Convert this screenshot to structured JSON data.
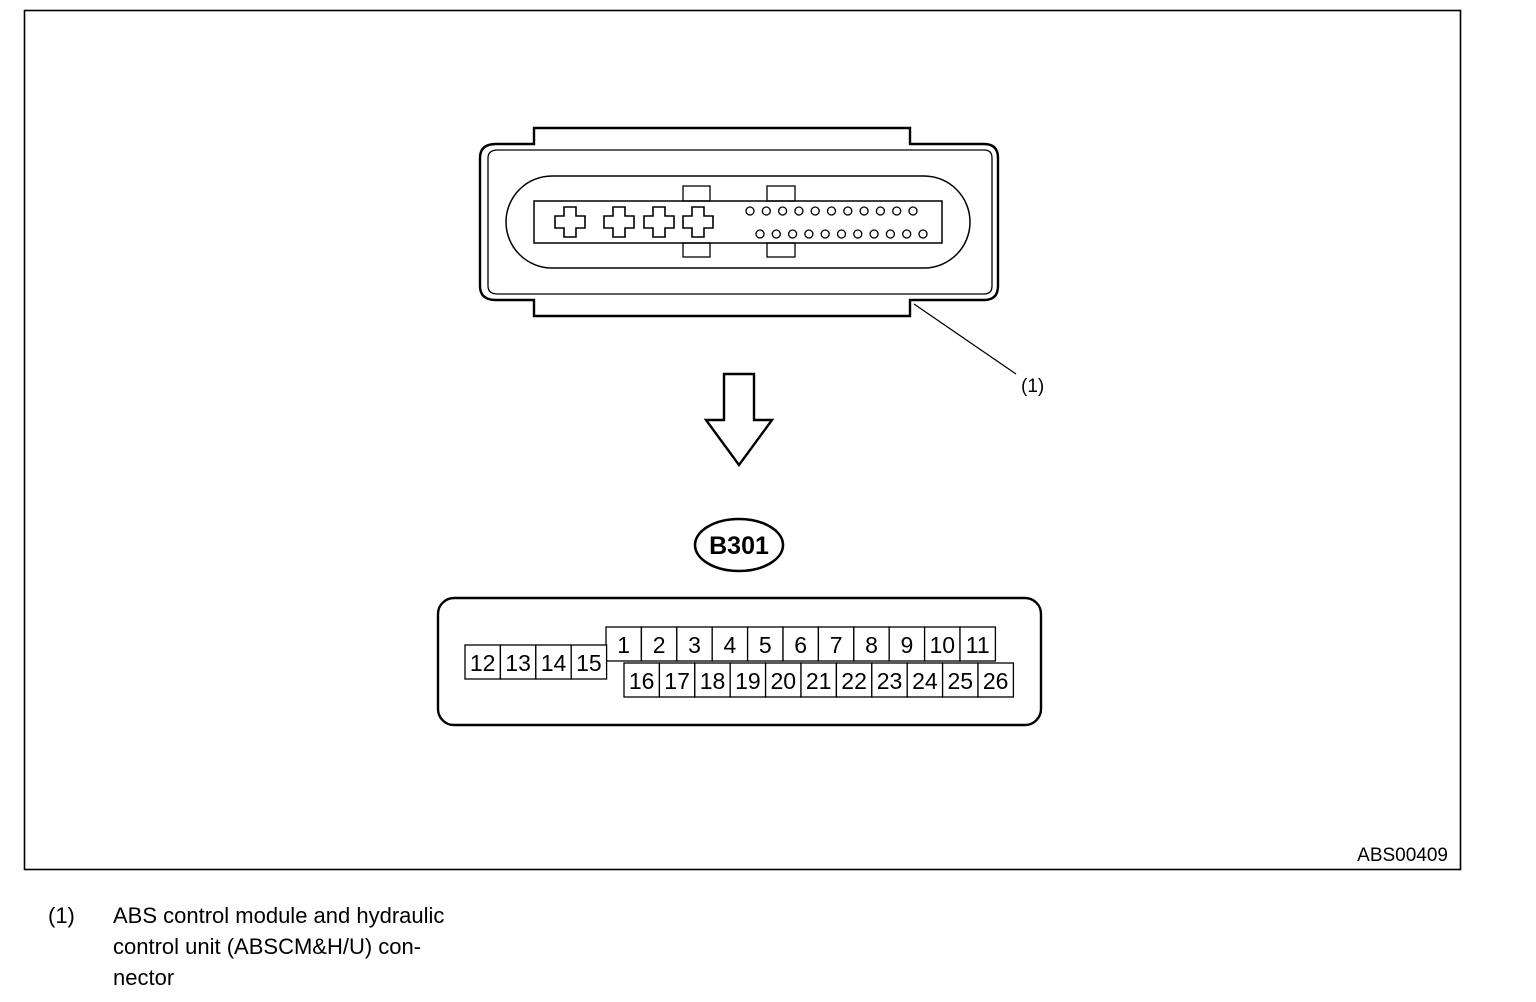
{
  "figure_code": "ABS00409",
  "callout_label": "(1)",
  "connector_id": "B301",
  "terminals": {
    "upper_left": [
      "12",
      "13",
      "14",
      "15"
    ],
    "upper_right": [
      "1",
      "2",
      "3",
      "4",
      "5",
      "6",
      "7",
      "8",
      "9",
      "10",
      "11"
    ],
    "lower_right": [
      "16",
      "17",
      "18",
      "19",
      "20",
      "21",
      "22",
      "23",
      "24",
      "25",
      "26"
    ]
  },
  "caption": {
    "number": "(1)",
    "lines": [
      "ABS control module and hydraulic",
      "control unit (ABSCM&H/U) con-",
      "nector"
    ]
  }
}
